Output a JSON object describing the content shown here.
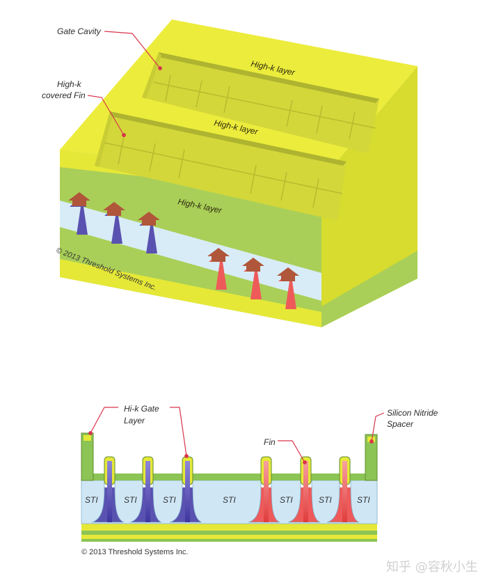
{
  "figure_3d": {
    "labels": {
      "gate_cavity": "Gate Cavity",
      "high_k_fin_line1": "High-k",
      "high_k_fin_line2": "covered Fin",
      "high_k_layers": [
        "High-k layer",
        "High-k layer",
        "High-k layer"
      ]
    },
    "copyright": "© 2013 Threshold Systems Inc."
  },
  "figure_cross_section": {
    "labels": {
      "hik_gate_line1": "Hi-k Gate",
      "hik_gate_line2": "Layer",
      "fin": "Fin",
      "spacer_line1": "Silicon Nitride",
      "spacer_line2": "Spacer"
    },
    "sti_labels": [
      "STI",
      "STI",
      "STI",
      "STI",
      "STI",
      "STI",
      "STI"
    ],
    "copyright": "© 2013 Threshold Systems Inc."
  },
  "watermark": "知乎 @容秋小生",
  "colors": {
    "gate_yellow": "#ecec3c",
    "oxide_blue": "#cfe6f5",
    "nmos_purple": "#5a52b0",
    "pmos_red": "#ee5a5a",
    "spacer_green": "#8cc455",
    "leader_red": "#d8344a"
  }
}
